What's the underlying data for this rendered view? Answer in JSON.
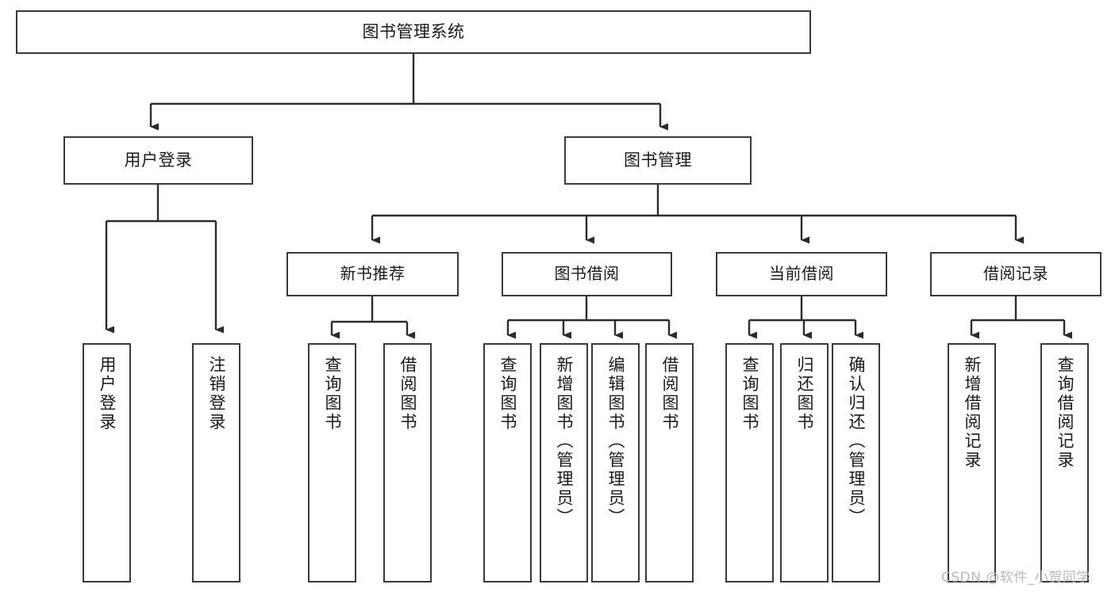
{
  "diagram": {
    "type": "tree-hierarchy",
    "title": "图书管理系统",
    "watermark": "CSDN @软件_小贺同学",
    "colors": {
      "background": "#ffffff",
      "node_border": "#3a3a3a",
      "node_fill": "#ffffff",
      "edge": "#2b2b2b",
      "text": "#1a1a1a",
      "watermark": "#b9b9b9"
    },
    "root": {
      "label": "图书管理系统"
    },
    "level2": [
      {
        "label": "用户登录"
      },
      {
        "label": "图书管理"
      }
    ],
    "level3": [
      {
        "label": "新书推荐"
      },
      {
        "label": "图书借阅"
      },
      {
        "label": "当前借阅"
      },
      {
        "label": "借阅记录"
      }
    ],
    "leaves": {
      "user_login": [
        {
          "label": "用户登录"
        },
        {
          "label": "注销登录"
        }
      ],
      "new_book": [
        {
          "label": "查询图书"
        },
        {
          "label": "借阅图书"
        }
      ],
      "book_borrow": [
        {
          "label": "查询图书"
        },
        {
          "label": "新增图书（管理员）"
        },
        {
          "label": "编辑图书（管理员）"
        },
        {
          "label": "借阅图书"
        }
      ],
      "current_borrow": [
        {
          "label": "查询图书"
        },
        {
          "label": "归还图书"
        },
        {
          "label": "确认归还（管理员）"
        }
      ],
      "borrow_record": [
        {
          "label": "新增借阅记录"
        },
        {
          "label": "查询借阅记录"
        }
      ]
    }
  }
}
